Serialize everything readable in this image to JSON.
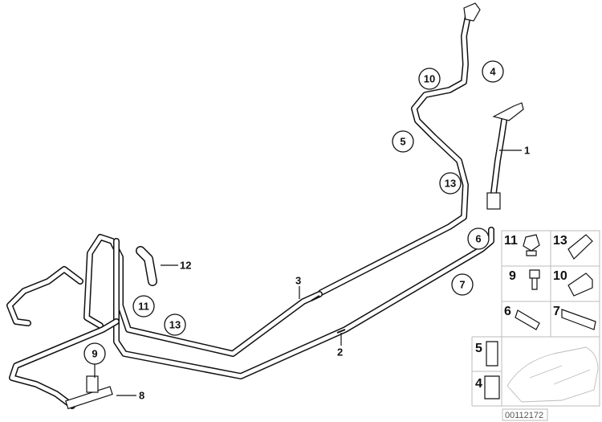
{
  "diagram_id": "00112172",
  "callouts": [
    "10",
    "4",
    "5",
    "13",
    "6",
    "7",
    "11",
    "13",
    "9"
  ],
  "labels": [
    "1",
    "12",
    "3",
    "2",
    "8"
  ],
  "legend": [
    "11",
    "13",
    "9",
    "10",
    "6",
    "7",
    "5",
    "4"
  ]
}
